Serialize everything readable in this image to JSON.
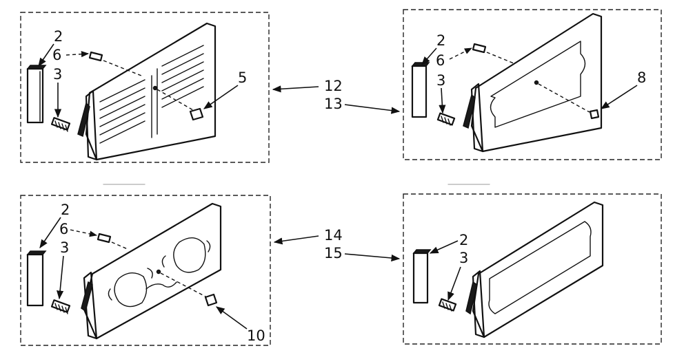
{
  "callouts": {
    "top_left": {
      "cap": "2",
      "screw_top": "6",
      "spring": "3",
      "knob": "5"
    },
    "top_right": {
      "cap": "2",
      "screw_top": "6",
      "spring": "3",
      "knob": "8"
    },
    "bottom_left": {
      "cap": "2",
      "screw_top": "6",
      "spring": "3",
      "knob": "10"
    },
    "bottom_right": {
      "cap": "2",
      "spring": "3"
    }
  },
  "assembly_numbers": {
    "top_a": "12",
    "top_b": "13",
    "bottom_a": "14",
    "bottom_b": "15"
  }
}
